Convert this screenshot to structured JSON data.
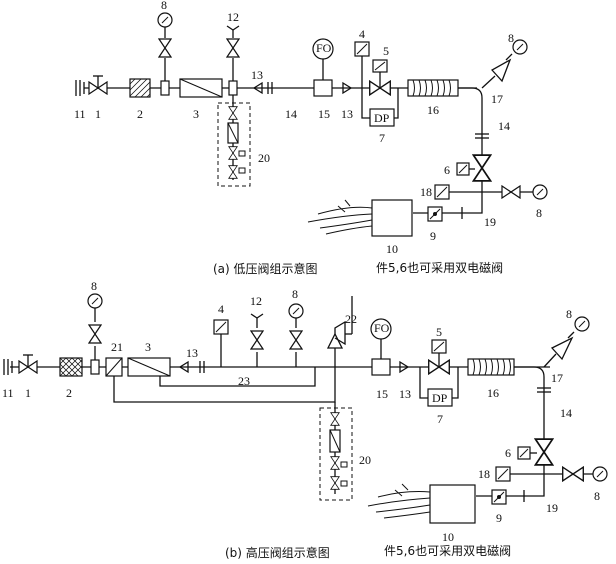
{
  "top": {
    "caption": "(a)  低压阀组示意图",
    "note": "件5,6也可采用双电磁阀",
    "labels": {
      "n1": "1",
      "n2": "2",
      "n3": "3",
      "n4": "4",
      "n5": "5",
      "n6": "6",
      "n7": "7",
      "n8a": "8",
      "n8b": "8",
      "n8c": "8",
      "n9": "9",
      "n10": "10",
      "n11": "11",
      "n12": "12",
      "n13a": "13",
      "n13b": "13",
      "n14a": "14",
      "n14b": "14",
      "n15": "15",
      "n16": "16",
      "n17": "17",
      "n18": "18",
      "n19": "19",
      "n20": "20",
      "fo": "FO",
      "dp": "DP"
    }
  },
  "bottom": {
    "caption": "(b)  高压阀组示意图",
    "note": "件5,6也可采用双电磁阀",
    "labels": {
      "n1": "1",
      "n2": "2",
      "n3": "3",
      "n4": "4",
      "n5": "5",
      "n6": "6",
      "n7": "7",
      "n8a": "8",
      "n8b": "8",
      "n8c": "8",
      "n8d": "8",
      "n9": "9",
      "n10": "10",
      "n11": "11",
      "n12": "12",
      "n13a": "13",
      "n13b": "13",
      "n14": "14",
      "n15": "15",
      "n16": "16",
      "n17": "17",
      "n18": "18",
      "n19": "19",
      "n20": "20",
      "n21": "21",
      "n22": "22",
      "n23": "23",
      "fo": "FO",
      "dp": "DP"
    }
  }
}
